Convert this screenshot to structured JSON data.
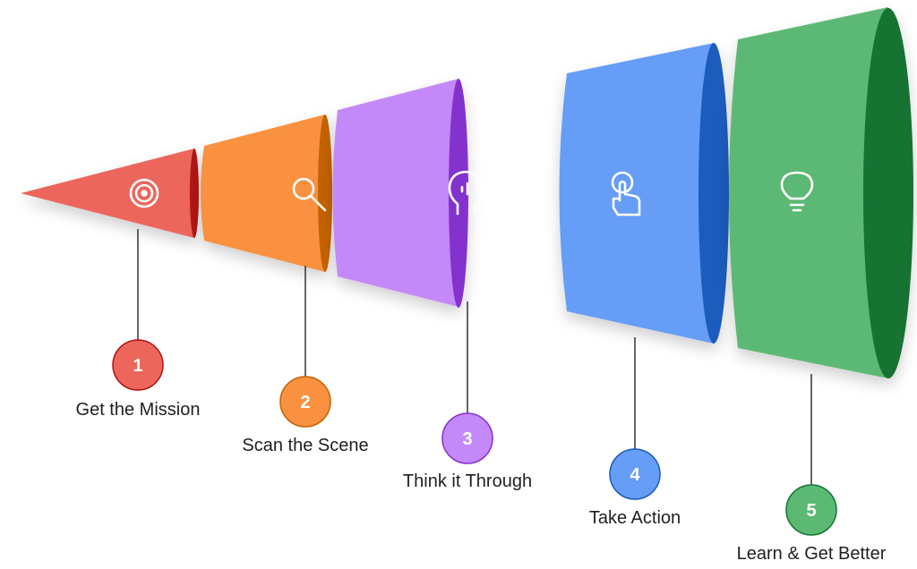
{
  "title": "Agent process funnel",
  "steps": [
    {
      "number": "1",
      "label": "Get the Mission",
      "icon": "target-icon",
      "color": "#ec665c",
      "dark": "#b31412"
    },
    {
      "number": "2",
      "label": "Scan the Scene",
      "icon": "search-icon",
      "color": "#f99140",
      "dark": "#c46200"
    },
    {
      "number": "3",
      "label": "Think it Through",
      "icon": "head-thinking-icon",
      "color": "#c489f8",
      "dark": "#8430ce"
    },
    {
      "number": "4",
      "label": "Take Action",
      "icon": "hand-tap-icon",
      "color": "#669df6",
      "dark": "#1b5bbd"
    },
    {
      "number": "5",
      "label": "Learn & Get Better",
      "icon": "lightbulb-icon",
      "color": "#5bb974",
      "dark": "#137333"
    }
  ]
}
